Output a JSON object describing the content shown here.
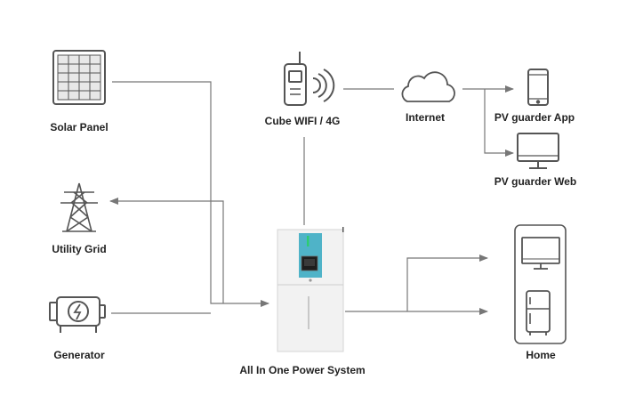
{
  "nodes": {
    "solar_panel": "Solar Panel",
    "utility_grid": "Utility Grid",
    "generator": "Generator",
    "wifi_module": "Cube WIFI / 4G",
    "internet": "Internet",
    "app": "PV guarder App",
    "web": "PV guarder Web",
    "power_system": "All In One Power System",
    "home": "Home"
  },
  "colors": {
    "line": "#777777",
    "icon_stroke": "#555555",
    "cabinet_accent": "#4fb3c8",
    "cabinet_led": "#2ecc71",
    "cabinet_body": "#f2f2f2"
  },
  "icons": [
    "solar-panel-icon",
    "transmission-tower-icon",
    "generator-icon",
    "walkie-talkie-icon",
    "cloud-icon",
    "smartphone-icon",
    "monitor-icon",
    "power-cabinet-icon",
    "house-icon"
  ]
}
